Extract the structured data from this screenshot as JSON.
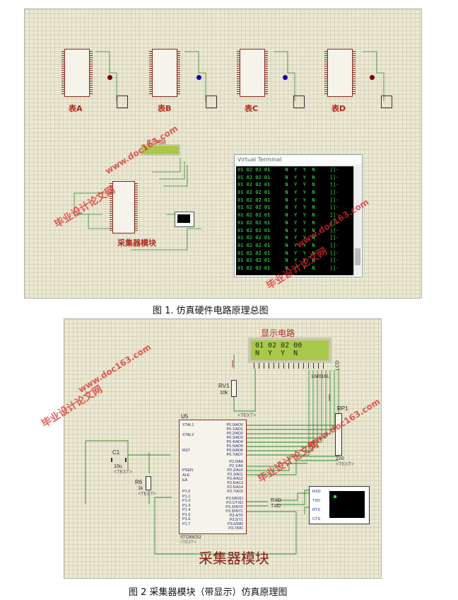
{
  "figure1": {
    "caption": "图 1. 仿真硬件电路原理总图",
    "tables": [
      "表A",
      "表B",
      "表C",
      "表D"
    ],
    "display_title": "显示电路",
    "collector_label": "采集器模块",
    "terminal": {
      "title": "Virtual Terminal",
      "lines": [
        "01 02 02 01     N  Y  Y  N     ]]-",
        "01 02 02 01     N  Y  Y  N     ]]-",
        "01 02 02 01     N  Y  Y  N     ]]-",
        "01 02 02 01     N  Y  Y  N     ]]-",
        "01 02 02 01     N  Y  Y  N     ]]-",
        "01 02 02 01     N  Y  Y  N     ]]-",
        "01 02 02 01     N  Y  Y  N     ]]-",
        "01 02 02 01     N  Y  Y  N     ]]-",
        "01 02 02 01     N  Y  Y  N     ]]-",
        "01 02 02 01     N  Y  Y  N     ]]-",
        "01 02 02 01     N  Y  Y  N     ]]-",
        "01 02 02 01     N  Y  Y  N     ]]-",
        "01 02 02 01     N  Y  Y  N     ]]-",
        "01 02 02 01     N  Y  Y  N     ]]-"
      ]
    }
  },
  "figure2": {
    "caption": "图 2 采集器模块（带显示）仿真原理图",
    "display_title": "显示电路",
    "lcd_line1": "01 02 02 00",
    "lcd_line2": "N  Y  Y  N",
    "lcd_name": "LCD",
    "lcd_part": "LM016L",
    "collector_label": "采集器模块",
    "mcu_ref": "U5",
    "mcu_part": "STC89C52",
    "text_tag": "<TEXT>",
    "rv1": "RV1",
    "rv1_val": "10k",
    "rp1": "RP1",
    "rp1_val": "220",
    "c1": "C1",
    "c1_val": "10u",
    "r6": "R6",
    "r6_val": "1k",
    "pins_left": [
      "XTAL1",
      "XTAL2",
      "RST",
      "PSEN",
      "ALE",
      "EA",
      "P1.0",
      "P1.1",
      "P1.2",
      "P1.3",
      "P1.4",
      "P1.5",
      "P1.6",
      "P1.7"
    ],
    "pins_right": [
      "P0.0/AD0",
      "P0.1/AD1",
      "P0.2/AD2",
      "P0.3/AD3",
      "P0.4/AD4",
      "P0.5/AD5",
      "P0.6/AD6",
      "P0.7/AD7",
      "P2.0/A8",
      "P2.1/A9",
      "P2.2/A10",
      "P2.3/A11",
      "P2.4/A12",
      "P2.5/A13",
      "P2.6/A14",
      "P2.7/A15",
      "P3.0/RXD",
      "P3.1/TXD",
      "P3.2/INT0",
      "P3.3/INT1",
      "P3.4/T0",
      "P3.5/T1",
      "P3.6/WR",
      "P3.7/RD"
    ],
    "rxd": "RXD",
    "txd": "TXD",
    "vt_pins": [
      "RXD",
      "TXD",
      "RTS",
      "CTS"
    ]
  },
  "watermark": {
    "site": "www.doc163.com",
    "cn": "毕业设计论文网"
  }
}
